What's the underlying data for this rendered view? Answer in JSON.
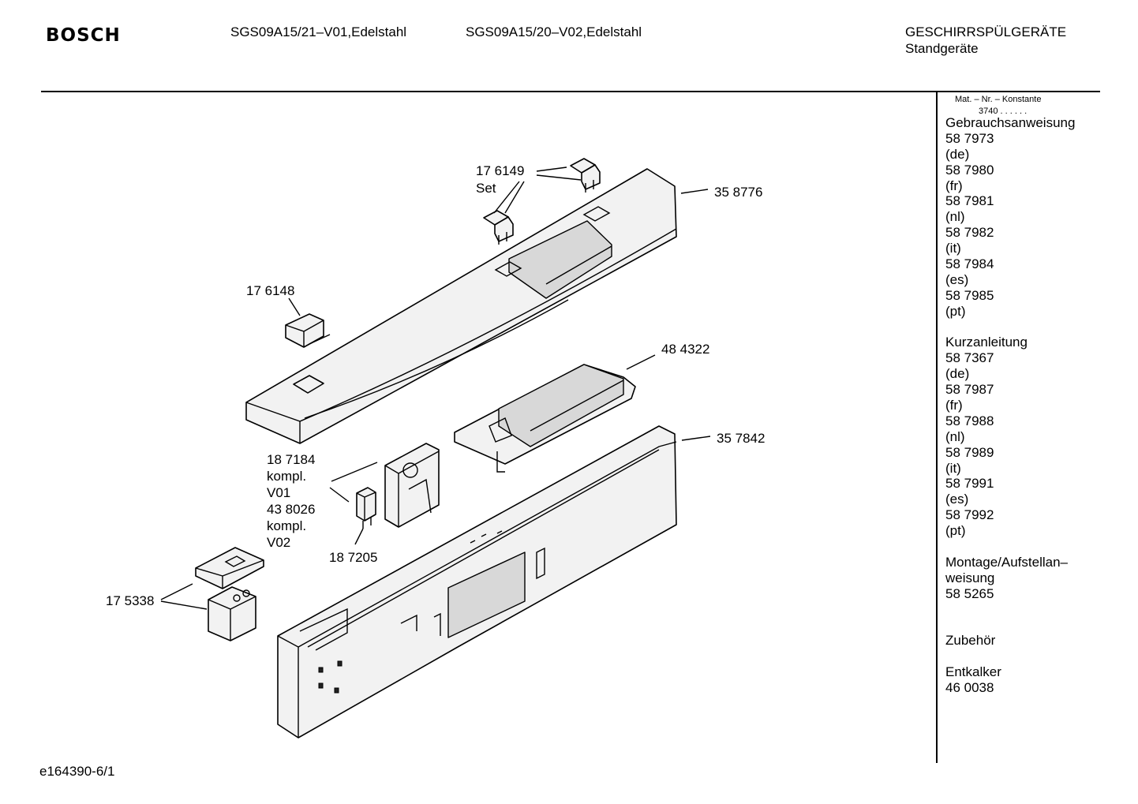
{
  "header": {
    "brand": "BOSCH",
    "model_1": "SGS09A15/21–V01,Edelstahl",
    "model_2": "SGS09A15/20–V02,Edelstahl",
    "category": "GESCHIRRSPÜLGERÄTE",
    "subcategory": "Standgeräte"
  },
  "callouts": {
    "c176149": "17 6149",
    "c176149_set": "Set",
    "c358776": "35 8776",
    "c176148": "17 6148",
    "c484322": "48 4322",
    "c357842": "35 7842",
    "c187184": "18 7184",
    "c187184_kompl": "kompl.",
    "c187184_var": "V01",
    "c438026": "43 8026",
    "c438026_kompl": "kompl.",
    "c438026_var": "V02",
    "c187205": "18 7205",
    "c175338": "17 5338"
  },
  "sidebar": {
    "mat_nr_heading": "Mat. – Nr. – Konstante",
    "mat_nr_value": "3740 . . . . . .",
    "lines": [
      "Gebrauchsanweisung",
      "58 7973",
      "(de)",
      "58 7980",
      "(fr)",
      "58 7981",
      "(nl)",
      "58 7982",
      "(it)",
      "58 7984",
      "(es)",
      "58 7985",
      "(pt)",
      "",
      "Kurzanleitung",
      "58 7367",
      "(de)",
      "58 7987",
      "(fr)",
      "58 7988",
      "(nl)",
      "58 7989",
      "(it)",
      "58 7991",
      "(es)",
      "58 7992",
      "(pt)",
      "",
      "Montage/Aufstellan–",
      "weisung",
      "58 5265",
      "",
      "",
      "Zubehör",
      "",
      "Entkalker",
      "46 0038"
    ]
  },
  "footer": {
    "drawing_id": "e164390-6/1"
  }
}
